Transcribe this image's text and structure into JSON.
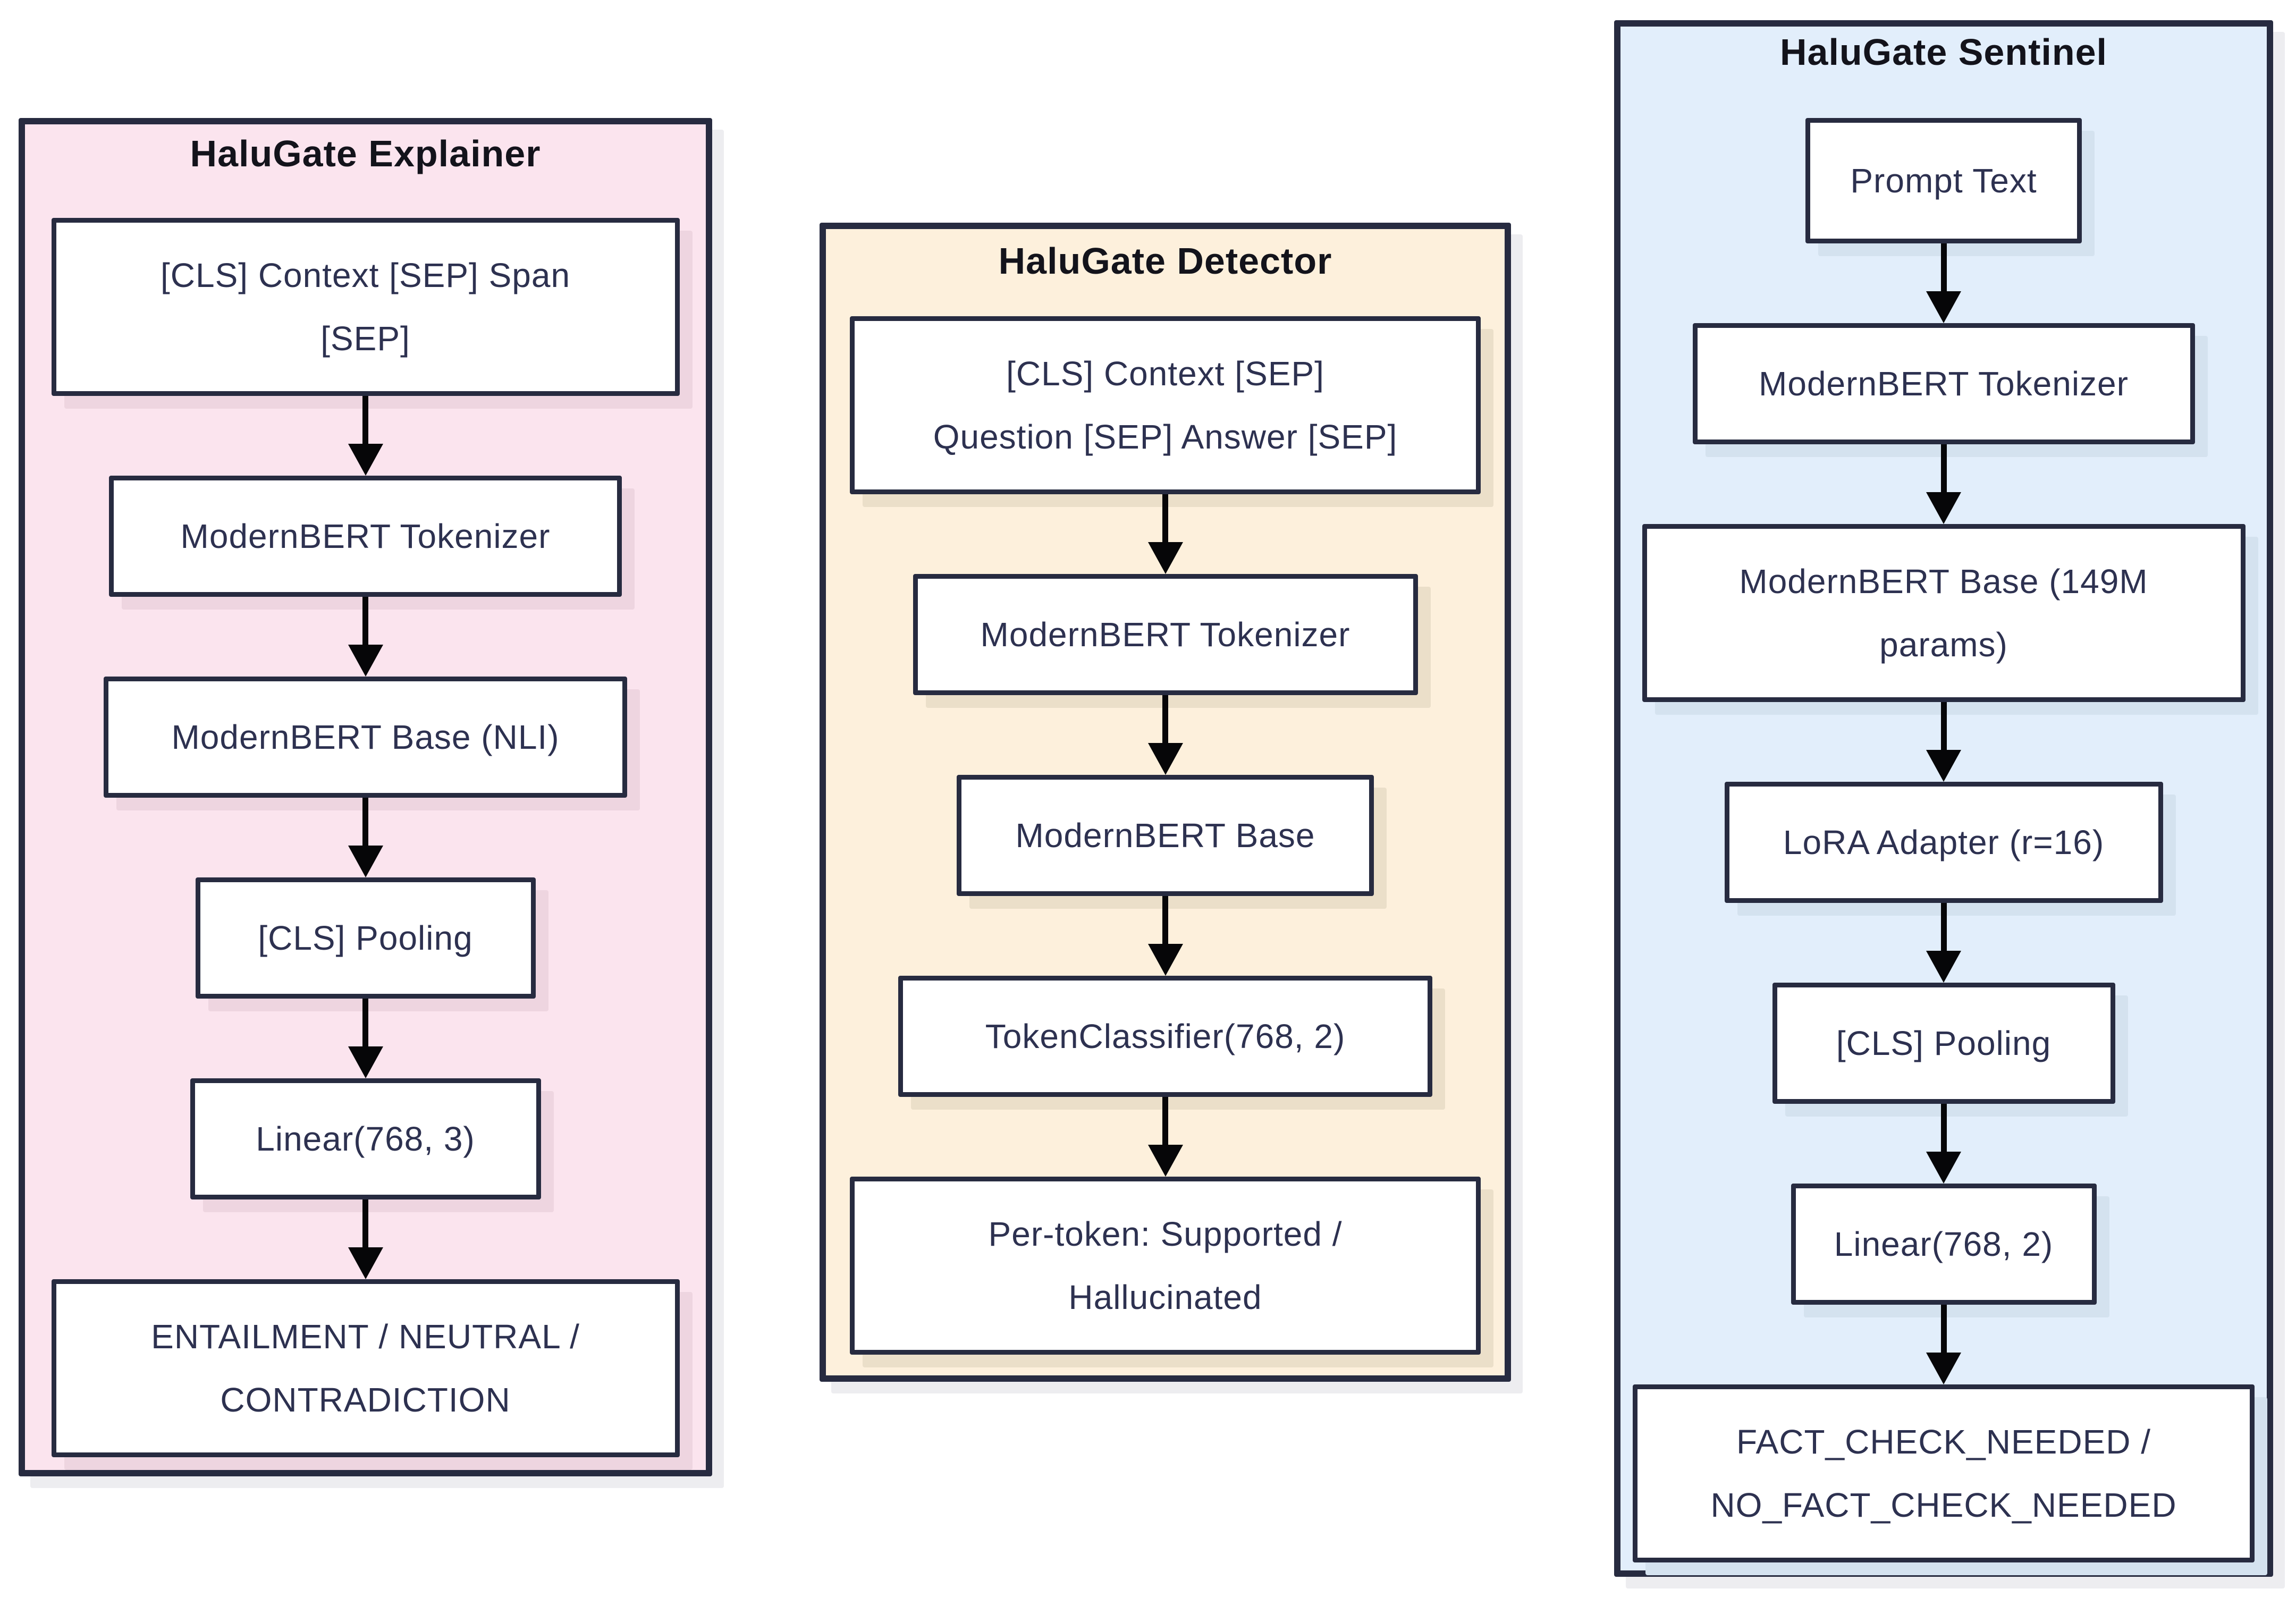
{
  "diagram": {
    "kind": "flowchart",
    "background": "#ffffff"
  },
  "colors": {
    "ink_border": "#272b40",
    "node_text": "#2d3150",
    "title_text": "#13131b",
    "arrow": "#060608",
    "panel_shadow": "#ededf0",
    "node_fill": "#ffffff"
  },
  "panels": [
    {
      "id": "explainer",
      "title": "HaluGate Explainer",
      "bg": "#fbe4ee",
      "node_shadow": "#eed5e0",
      "nodes": [
        "[CLS] Context [SEP] Span\n[SEP]",
        "ModernBERT Tokenizer",
        "ModernBERT Base (NLI)",
        "[CLS] Pooling",
        "Linear(768, 3)",
        "ENTAILMENT / NEUTRAL /\nCONTRADICTION"
      ]
    },
    {
      "id": "detector",
      "title": "HaluGate Detector",
      "bg": "#fdf0dc",
      "node_shadow": "#ebdfc9",
      "nodes": [
        "[CLS] Context [SEP]\nQuestion [SEP] Answer [SEP]",
        "ModernBERT Tokenizer",
        "ModernBERT Base",
        "TokenClassifier(768, 2)",
        "Per-token: Supported /\nHallucinated"
      ]
    },
    {
      "id": "sentinel",
      "title": "HaluGate Sentinel",
      "bg": "#e2eefb",
      "node_shadow": "#d4e2ef",
      "nodes": [
        "Prompt Text",
        "ModernBERT Tokenizer",
        "ModernBERT Base (149M\nparams)",
        "LoRA Adapter (r=16)",
        "[CLS] Pooling",
        "Linear(768, 2)",
        "FACT_CHECK_NEEDED /\nNO_FACT_CHECK_NEEDED"
      ]
    }
  ]
}
